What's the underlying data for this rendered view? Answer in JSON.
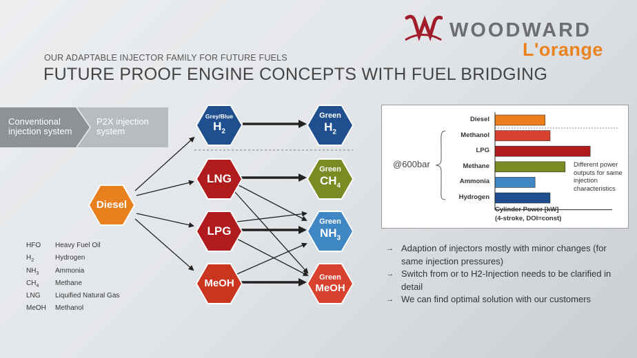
{
  "header": {
    "brand": "WOODWARD",
    "brand_sub": "L'orange",
    "kicker": "OUR ADAPTABLE INJECTOR FAMILY FOR FUTURE FUELS",
    "title": "FUTURE PROOF ENGINE CONCEPTS WITH FUEL BRIDGING"
  },
  "banner": {
    "left": "Conventional injection system",
    "right": "P2X injection system"
  },
  "diagram": {
    "source": "Diesel",
    "h2_grey": {
      "top": "Grey/Blue",
      "main": "H",
      "sub": "2"
    },
    "lng": "LNG",
    "lpg": "LPG",
    "meoh": "MeOH",
    "green_h2": {
      "top": "Green",
      "main": "H",
      "sub": "2"
    },
    "green_ch4": {
      "top": "Green",
      "main": "CH",
      "sub": "4"
    },
    "green_nh3": {
      "top": "Green",
      "main": "NH",
      "sub": "3"
    },
    "green_meoh": {
      "top": "Green",
      "main": "MeOH"
    }
  },
  "legend": [
    {
      "abbr": "HFO",
      "abbr_sub": "",
      "name": "Heavy Fuel Oil"
    },
    {
      "abbr": "H",
      "abbr_sub": "2",
      "name": "Hydrogen"
    },
    {
      "abbr": "NH",
      "abbr_sub": "3",
      "name": "Ammonia"
    },
    {
      "abbr": "CH",
      "abbr_sub": "4",
      "name": "Methane"
    },
    {
      "abbr": "LNG",
      "abbr_sub": "",
      "name": "Liquified Natural Gas"
    },
    {
      "abbr": "MeOH",
      "abbr_sub": "",
      "name": "Methanol"
    }
  ],
  "chart_data": {
    "type": "bar",
    "orientation": "horizontal",
    "categories": [
      "Diesel",
      "Methanol",
      "LPG",
      "Methane",
      "Ammonia",
      "Hydrogen"
    ],
    "values": [
      1.0,
      1.1,
      1.9,
      1.4,
      0.8,
      1.1
    ],
    "colors": [
      "#ea7d1c",
      "#d8412d",
      "#b01c1e",
      "#7b8a23",
      "#3f86c4",
      "#1f4f8f"
    ],
    "xlabel": "Cylinder Power [kW]",
    "xlabel2": "(4-stroke, DOI=const)",
    "group_label": "@600bar",
    "annotation": "Different power outputs for same injection characteristics",
    "xlim": [
      0,
      2.2
    ]
  },
  "bullets": [
    "Adaption of injectors mostly with minor changes (for same injection pressures)",
    "Switch from or to H2-Injection needs to be clarified in detail",
    "We can find optimal solution with our customers"
  ],
  "colors": {
    "diesel": "#e8801e",
    "h2": "#1f4f8f",
    "lng": "#b01c1e",
    "lpg": "#b01c1e",
    "meoh": "#c9351f",
    "green_ch4": "#7b8a23",
    "green_nh3": "#3f86c4",
    "green_meoh": "#d8412d",
    "brand_orange": "#e9821f"
  }
}
